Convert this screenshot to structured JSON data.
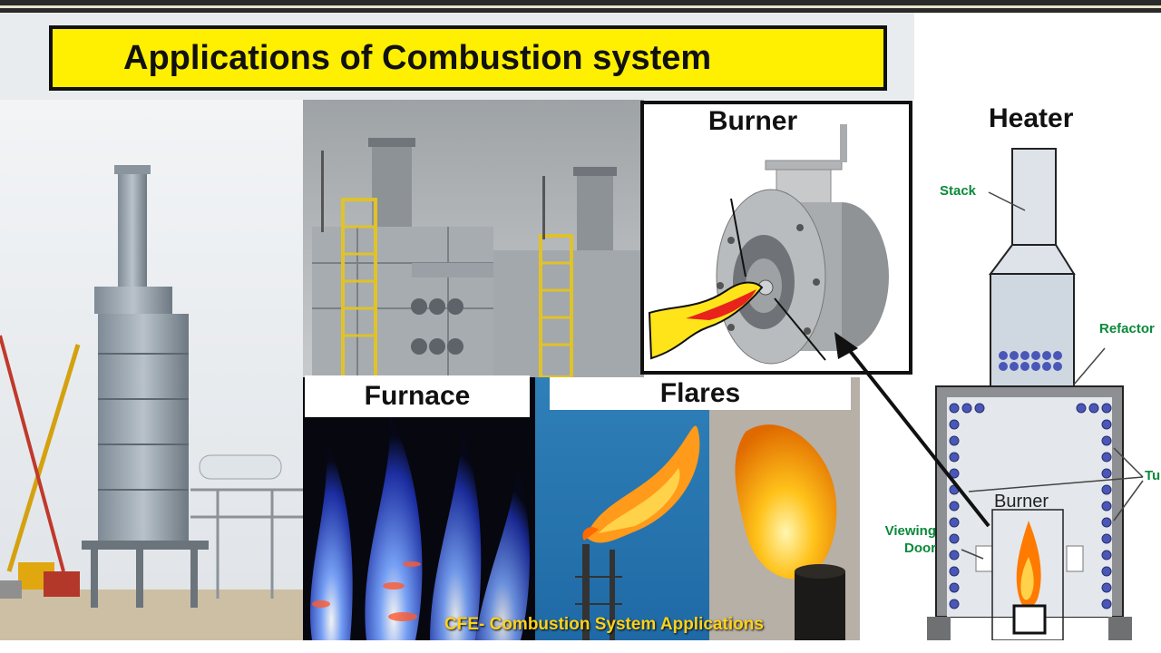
{
  "title": "Applications of Combustion system",
  "panels": {
    "furnace_label": "Furnace",
    "flares_label": "Flares",
    "burner_label": "Burner"
  },
  "caption": "CFE- Combustion System Applications",
  "heater_diagram": {
    "title": "Heater",
    "labels": {
      "stack": "Stack",
      "refractory": "Refactor",
      "tubes": "Tu",
      "burner": "Burner",
      "viewing_door_line1": "Viewing",
      "viewing_door_line2": "Door"
    }
  },
  "colors": {
    "title_bg": "#ffef00",
    "label_green": "#0a8a3a",
    "flame_orange": "#ff7a00",
    "tube_blue": "#4a57b8"
  }
}
